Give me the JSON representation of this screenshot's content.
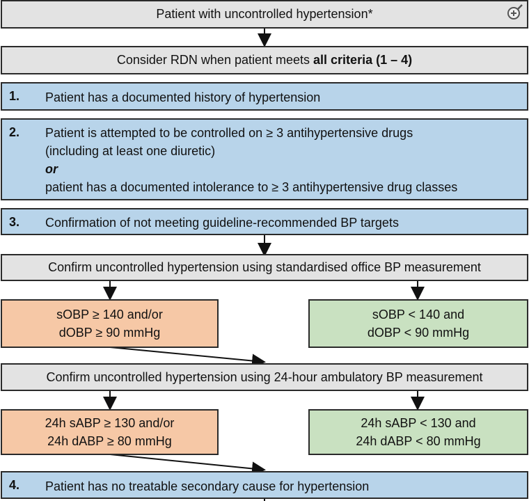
{
  "nodes": {
    "start": "Patient with uncontrolled hypertension*",
    "consider_prefix": "Consider RDN when patient meets ",
    "consider_bold": "all criteria (1 – 4)",
    "c1_num": "1.",
    "c1_text": "Patient has a documented history of hypertension",
    "c2_num": "2.",
    "c2_line1": "Patient is attempted to be controlled on ≥ 3 antihypertensive drugs",
    "c2_line2": "(including at least one diuretic)",
    "c2_or": "or",
    "c2_line3": "patient has a documented intolerance to ≥ 3 antihypertensive drug classes",
    "c3_num": "3.",
    "c3_text": "Confirmation of not meeting guideline-recommended BP targets",
    "office": "Confirm uncontrolled hypertension using standardised office BP measurement",
    "office_high_l1": "sOBP ≥ 140 and/or",
    "office_high_l2": "dOBP ≥ 90 mmHg",
    "office_ok_l1": "sOBP < 140 and",
    "office_ok_l2": "dOBP < 90 mmHg",
    "ambulatory": "Confirm uncontrolled hypertension using 24-hour ambulatory BP measurement",
    "amb_high_l1": "24h sABP ≥ 130 and/or",
    "amb_high_l2": "24h dABP ≥ 80 mmHg",
    "amb_ok_l1": "24h sABP < 130 and",
    "amb_ok_l2": "24h dABP < 80 mmHg",
    "c4_num": "4.",
    "c4_text": "Patient has no treatable secondary cause for hypertension"
  },
  "colors": {
    "gray": "#e3e3e3",
    "blue": "#b8d4ea",
    "orange": "#f6c8a6",
    "green": "#c9e1c1"
  },
  "icons": {
    "zoom": "zoom-in-icon"
  }
}
